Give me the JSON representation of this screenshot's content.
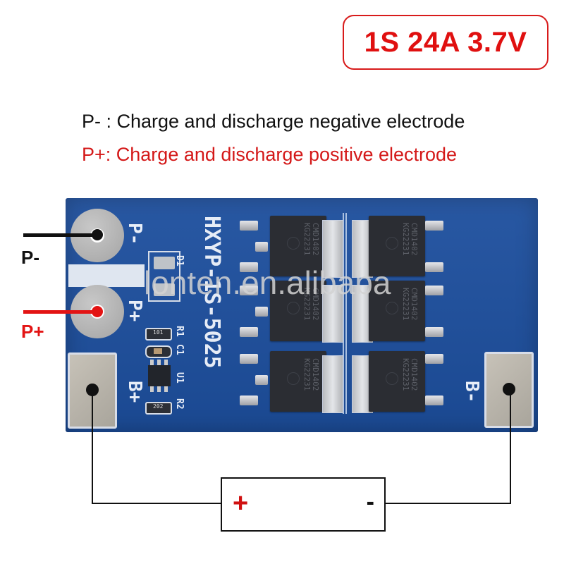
{
  "header": {
    "spec_badge": "1S 24A 3.7V",
    "accent_color": "#e01010"
  },
  "legend": {
    "negative": "P- : Charge and discharge negative electrode",
    "positive": "P+: Charge and discharge positive electrode"
  },
  "board": {
    "model": "HXYP-1S-5025",
    "color": "#1d4f9e",
    "silkscreen": {
      "p_minus": "P-",
      "p_plus": "P+",
      "b_plus": "B+",
      "b_minus": "B-",
      "d1": "D1",
      "r1": "R1",
      "c1": "C1",
      "u1": "U1",
      "r2": "R2",
      "r1_code": "101",
      "r2_code": "202"
    },
    "mosfets": [
      {
        "line1": "CMD1402",
        "line2": "KG22231"
      },
      {
        "line1": "CMD1402",
        "line2": "KG22231"
      },
      {
        "line1": "CMD1402",
        "line2": "KG22231"
      },
      {
        "line1": "CMD1402",
        "line2": "KG22231"
      },
      {
        "line1": "CMD1402",
        "line2": "KG22231"
      },
      {
        "line1": "CMD1402",
        "line2": "KG22231"
      }
    ],
    "watermark": "lonten.en.alibaba"
  },
  "external": {
    "p_minus_label": "P-",
    "p_plus_label": "P+"
  },
  "battery": {
    "plus": "+",
    "minus": "-"
  }
}
